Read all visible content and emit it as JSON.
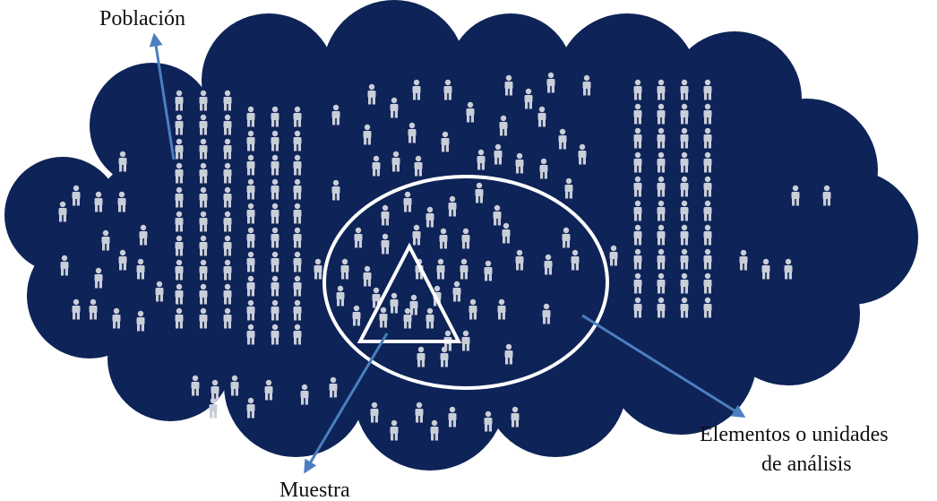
{
  "colors": {
    "cloud": "#0e2357",
    "person": "#c9ced8",
    "outline": "#ffffff",
    "arrow": "#4a7fc0",
    "text": "#111111"
  },
  "icons": {
    "person": "person-icon",
    "sample_shape": "triangle",
    "elements_shape": "ellipse",
    "population_shape": "cloud"
  },
  "labels": {
    "population": "Población",
    "sample": "Muestra",
    "elements_line1": "Elementos o unidades",
    "elements_line2": "de análisis"
  }
}
